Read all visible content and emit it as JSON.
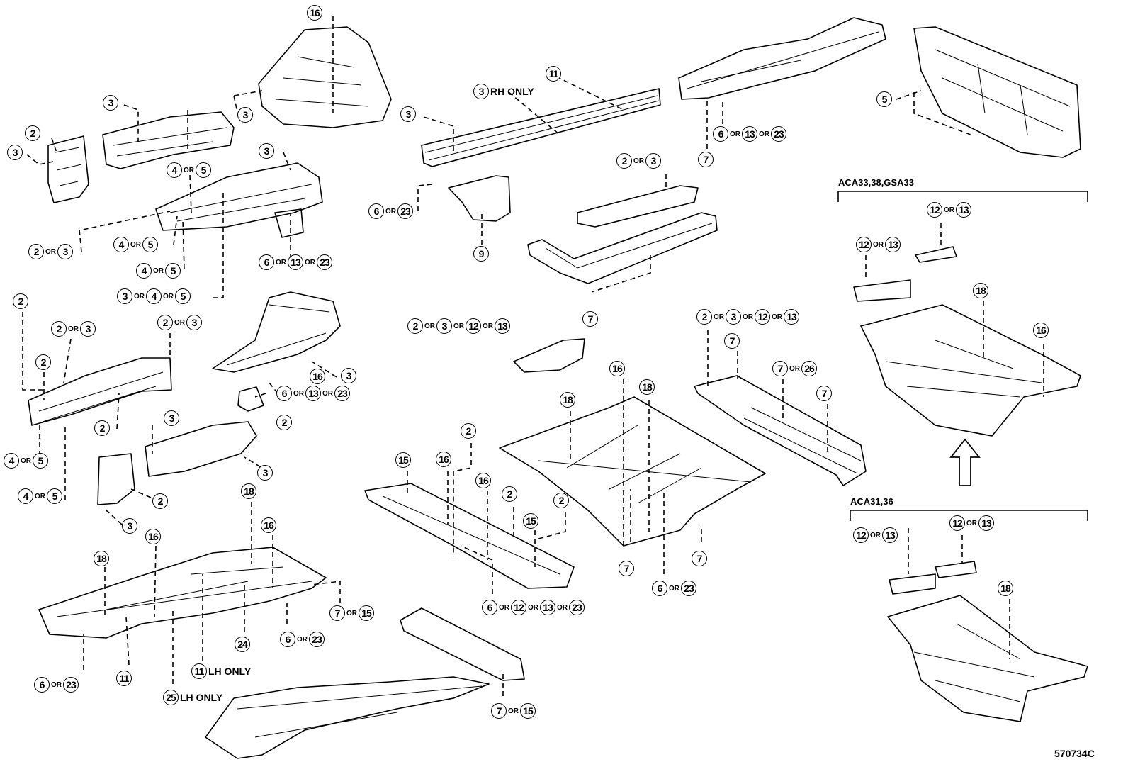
{
  "diagram": {
    "code": "570734C",
    "separator": "OR",
    "groups": [
      {
        "label": "ACA33,38,GSA33"
      },
      {
        "label": "ACA31,36"
      }
    ],
    "callouts": [
      {
        "nums": [
          "16"
        ],
        "text": ""
      },
      {
        "nums": [
          "3"
        ],
        "text": ""
      },
      {
        "nums": [
          "3"
        ],
        "text": ""
      },
      {
        "nums": [
          "2"
        ],
        "text": ""
      },
      {
        "nums": [
          "3"
        ],
        "text": ""
      },
      {
        "nums": [
          "3"
        ],
        "text": ""
      },
      {
        "nums": [
          "4",
          "5"
        ],
        "text": ""
      },
      {
        "nums": [
          "2",
          "3"
        ],
        "text": ""
      },
      {
        "nums": [
          "4",
          "5"
        ],
        "text": ""
      },
      {
        "nums": [
          "4",
          "5"
        ],
        "text": ""
      },
      {
        "nums": [
          "3",
          "4",
          "5"
        ],
        "text": ""
      },
      {
        "nums": [
          "6",
          "13",
          "23"
        ],
        "text": ""
      },
      {
        "nums": [
          "11"
        ],
        "text": ""
      },
      {
        "nums": [
          "3"
        ],
        "text": "RH ONLY"
      },
      {
        "nums": [
          "3"
        ],
        "text": ""
      },
      {
        "nums": [
          "6",
          "23"
        ],
        "text": ""
      },
      {
        "nums": [
          "9"
        ],
        "text": ""
      },
      {
        "nums": [
          "6",
          "13",
          "23"
        ],
        "text": ""
      },
      {
        "nums": [
          "7"
        ],
        "text": ""
      },
      {
        "nums": [
          "5"
        ],
        "text": ""
      },
      {
        "nums": [
          "2",
          "3"
        ],
        "text": ""
      },
      {
        "nums": [
          "12",
          "13"
        ],
        "text": ""
      },
      {
        "nums": [
          "12",
          "13"
        ],
        "text": ""
      },
      {
        "nums": [
          "18"
        ],
        "text": ""
      },
      {
        "nums": [
          "16"
        ],
        "text": ""
      },
      {
        "nums": [
          "7"
        ],
        "text": ""
      },
      {
        "nums": [
          "2"
        ],
        "text": ""
      },
      {
        "nums": [
          "2",
          "3"
        ],
        "text": ""
      },
      {
        "nums": [
          "2",
          "3"
        ],
        "text": ""
      },
      {
        "nums": [
          "2"
        ],
        "text": ""
      },
      {
        "nums": [
          "2"
        ],
        "text": ""
      },
      {
        "nums": [
          "16"
        ],
        "text": ""
      },
      {
        "nums": [
          "3"
        ],
        "text": ""
      },
      {
        "nums": [
          "6",
          "13",
          "23"
        ],
        "text": ""
      },
      {
        "nums": [
          "3"
        ],
        "text": ""
      },
      {
        "nums": [
          "2"
        ],
        "text": ""
      },
      {
        "nums": [
          "4",
          "5"
        ],
        "text": ""
      },
      {
        "nums": [
          "3"
        ],
        "text": ""
      },
      {
        "nums": [
          "4",
          "5"
        ],
        "text": ""
      },
      {
        "nums": [
          "2"
        ],
        "text": ""
      },
      {
        "nums": [
          "3"
        ],
        "text": ""
      },
      {
        "nums": [
          "2",
          "3",
          "12",
          "13"
        ],
        "text": ""
      },
      {
        "nums": [
          "2",
          "3",
          "12",
          "13"
        ],
        "text": ""
      },
      {
        "nums": [
          "7"
        ],
        "text": ""
      },
      {
        "nums": [
          "7",
          "26"
        ],
        "text": ""
      },
      {
        "nums": [
          "7"
        ],
        "text": ""
      },
      {
        "nums": [
          "16"
        ],
        "text": ""
      },
      {
        "nums": [
          "18"
        ],
        "text": ""
      },
      {
        "nums": [
          "18"
        ],
        "text": ""
      },
      {
        "nums": [
          "2"
        ],
        "text": ""
      },
      {
        "nums": [
          "15"
        ],
        "text": ""
      },
      {
        "nums": [
          "16"
        ],
        "text": ""
      },
      {
        "nums": [
          "16"
        ],
        "text": ""
      },
      {
        "nums": [
          "2"
        ],
        "text": ""
      },
      {
        "nums": [
          "2"
        ],
        "text": ""
      },
      {
        "nums": [
          "15"
        ],
        "text": ""
      },
      {
        "nums": [
          "7"
        ],
        "text": ""
      },
      {
        "nums": [
          "7"
        ],
        "text": ""
      },
      {
        "nums": [
          "6",
          "23"
        ],
        "text": ""
      },
      {
        "nums": [
          "6",
          "12",
          "13",
          "23"
        ],
        "text": ""
      },
      {
        "nums": [
          "18"
        ],
        "text": ""
      },
      {
        "nums": [
          "16"
        ],
        "text": ""
      },
      {
        "nums": [
          "16"
        ],
        "text": ""
      },
      {
        "nums": [
          "18"
        ],
        "text": ""
      },
      {
        "nums": [
          "7",
          "15"
        ],
        "text": ""
      },
      {
        "nums": [
          "24"
        ],
        "text": ""
      },
      {
        "nums": [
          "6",
          "23"
        ],
        "text": ""
      },
      {
        "nums": [
          "6",
          "23"
        ],
        "text": ""
      },
      {
        "nums": [
          "11"
        ],
        "text": ""
      },
      {
        "nums": [
          "11"
        ],
        "text": "LH ONLY"
      },
      {
        "nums": [
          "25"
        ],
        "text": "LH ONLY"
      },
      {
        "nums": [
          "7",
          "15"
        ],
        "text": ""
      },
      {
        "nums": [
          "12",
          "13"
        ],
        "text": ""
      },
      {
        "nums": [
          "12",
          "13"
        ],
        "text": ""
      },
      {
        "nums": [
          "18"
        ],
        "text": ""
      }
    ]
  }
}
